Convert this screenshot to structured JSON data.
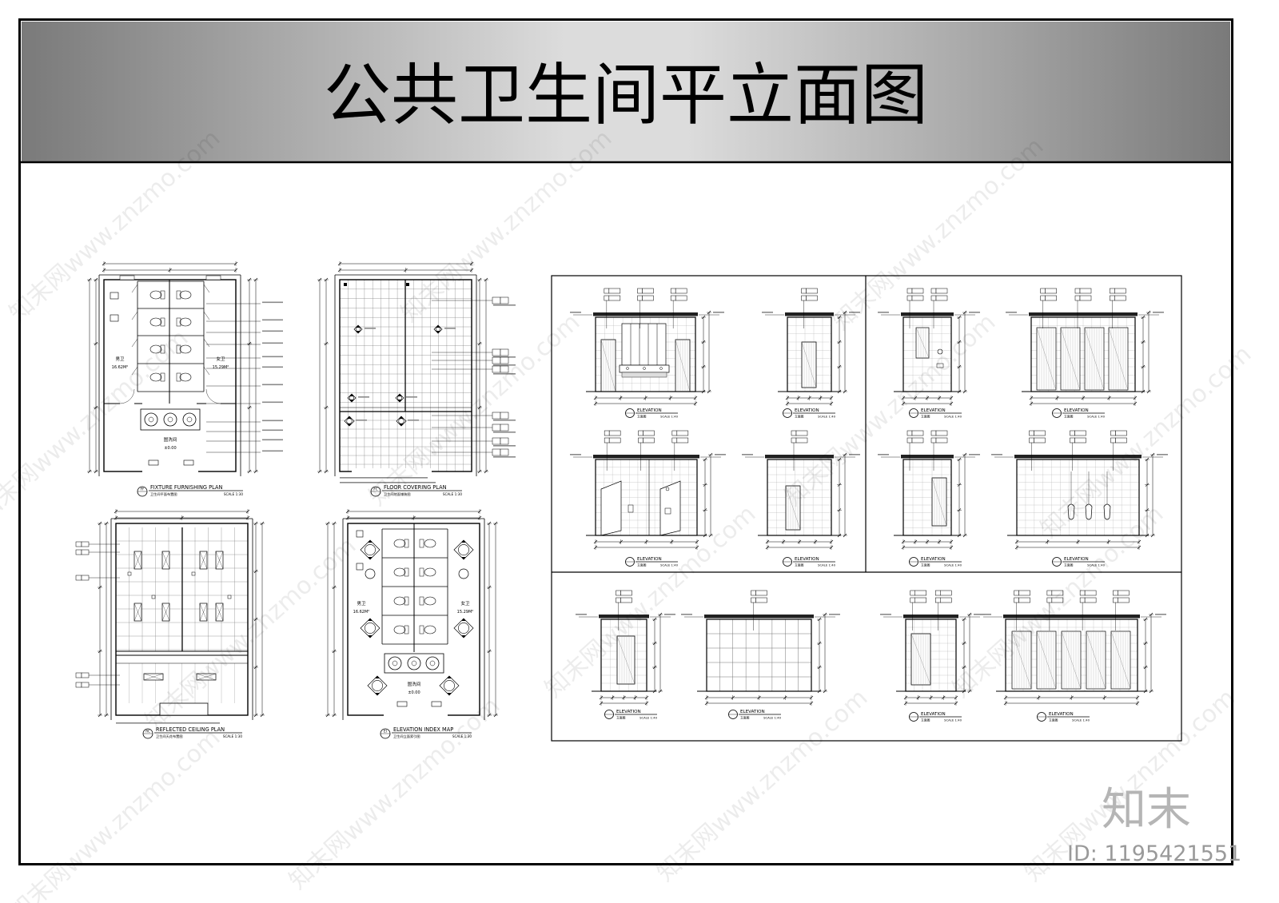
{
  "title": "公共卫生间平立面图",
  "plans": [
    {
      "tag": "FF",
      "name": "FIXTURE FURNISHING PLAN",
      "subtitle": "卫生间平面布置图",
      "scale": "SCALE 1:30"
    },
    {
      "tag": "FC",
      "name": "FLOOR COVERING PLAN",
      "subtitle": "卫生间地面铺装图",
      "scale": "SCALE 1:30"
    },
    {
      "tag": "RC",
      "name": "REFLECTED CEILING PLAN",
      "subtitle": "卫生间天花布置图",
      "scale": "SCALE 1:30"
    },
    {
      "tag": "EI",
      "name": "ELEVATION INDEX MAP",
      "subtitle": "卫生间立面索引图",
      "scale": "SCALE 1:30"
    }
  ],
  "rooms": {
    "mens": "男卫",
    "mens_area": "16.62M²",
    "womens": "女卫",
    "womens_area": "15.29M²",
    "washroom": "盥洗间",
    "washroom_level": "±0.00"
  },
  "elevation": {
    "label": "ELEVATION",
    "subtitle": "立面图",
    "scale": "SCALE 1:40"
  },
  "watermark": "知末网www.znzmo.com",
  "logo": "知末",
  "id_label": "ID: 1195421551",
  "colors": {
    "band_edge": "#7a7a7a",
    "band_center": "#dcdcdc",
    "line": "#000000"
  }
}
